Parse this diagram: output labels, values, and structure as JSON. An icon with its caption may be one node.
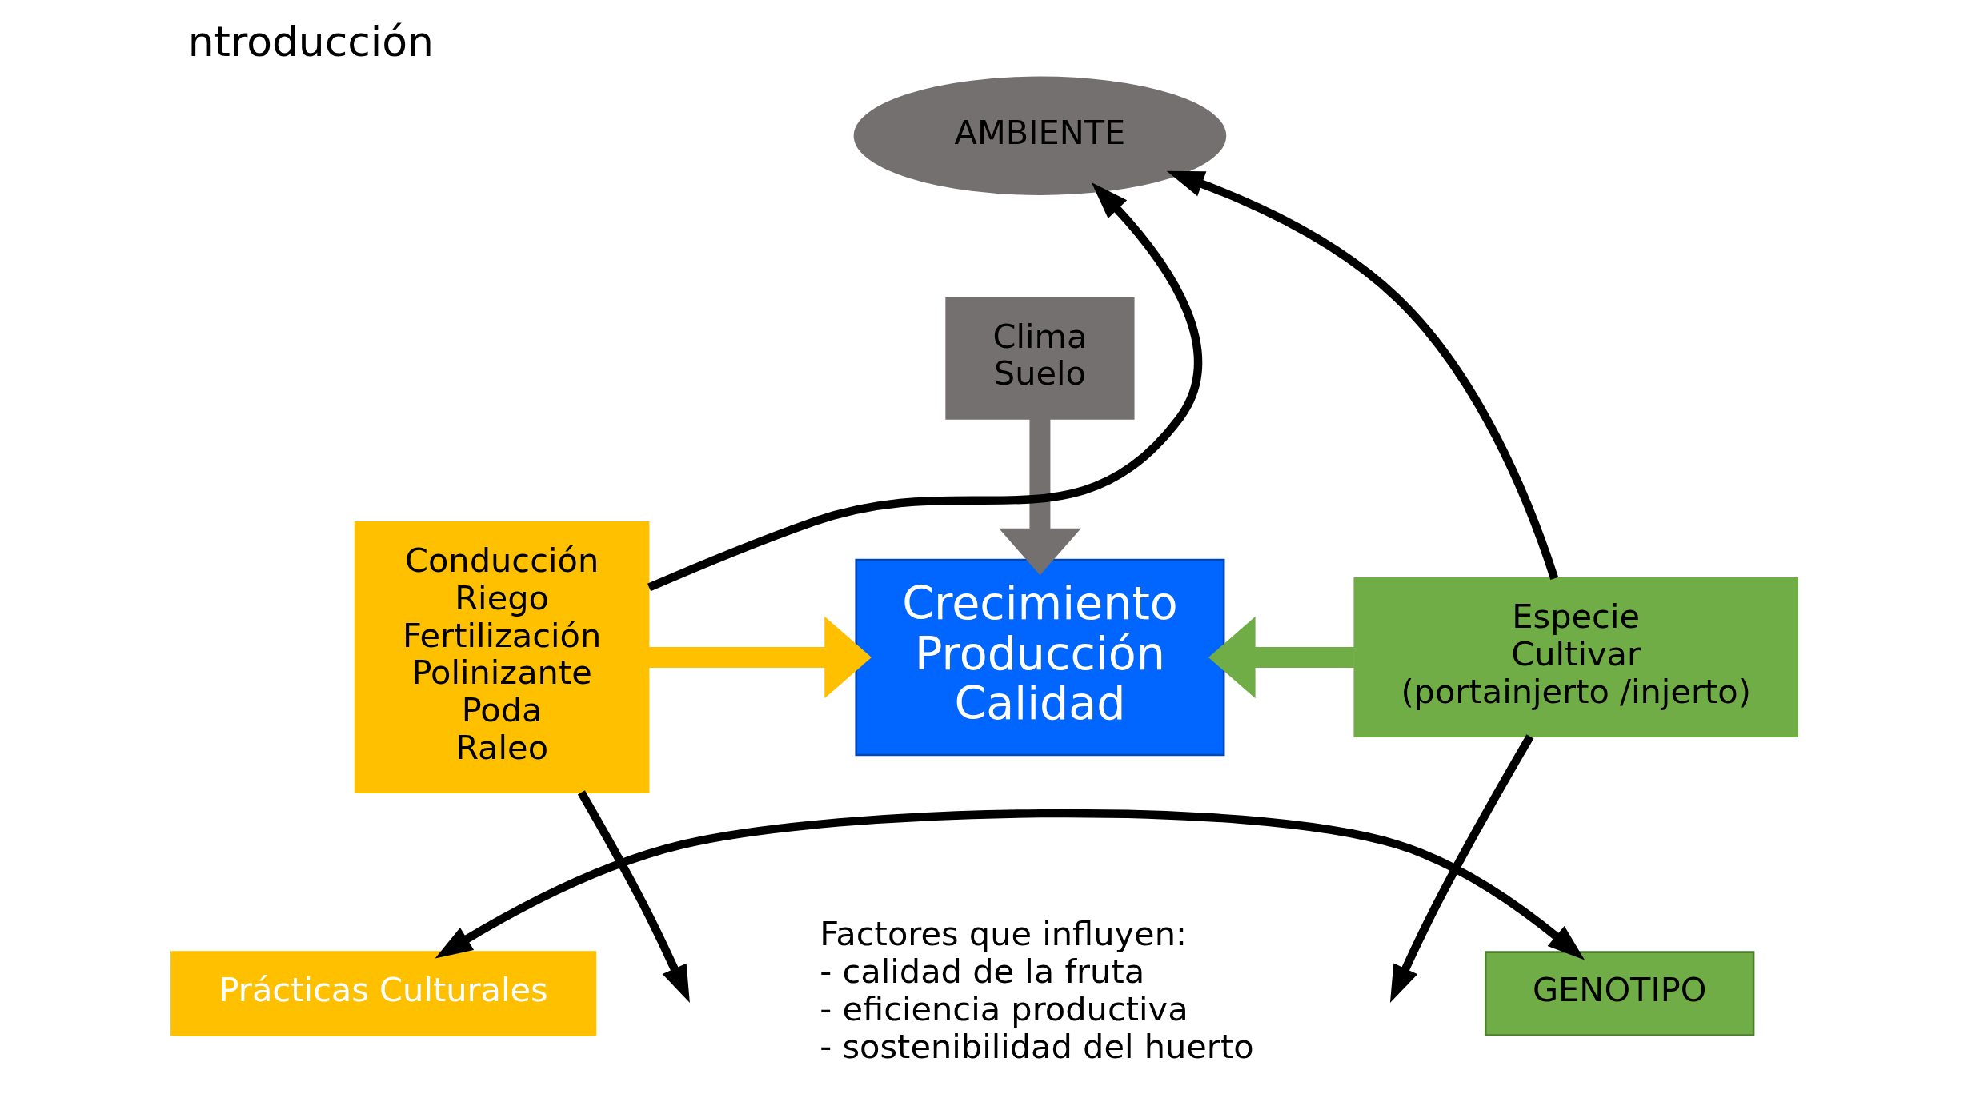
{
  "diagram": {
    "title": "ntroducción",
    "nodes": [
      {
        "text": [
          "AMBIENTE"
        ]
      },
      {
        "text": [
          "Clima",
          "Suelo"
        ]
      },
      {
        "text": [
          "Conducción",
          "Riego",
          "Fertilización",
          "Polinizante",
          "Poda",
          "Raleo"
        ]
      },
      {
        "text": [
          "Crecimiento",
          "Producción",
          "Calidad"
        ]
      },
      {
        "text": [
          "Especie",
          "Cultivar",
          "(portainjerto /injerto)"
        ]
      },
      {
        "text": [
          "Prácticas Culturales"
        ]
      },
      {
        "text": [
          "GENOTIPO"
        ]
      }
    ],
    "edges": [
      {
        "from": 2,
        "to": 0,
        "arrow": "to"
      },
      {
        "from": 2,
        "to": null,
        "arrow": "to"
      },
      {
        "from": 4,
        "to": 0,
        "arrow": "to"
      },
      {
        "from": 4,
        "to": null,
        "arrow": "to"
      },
      {
        "from": 1,
        "to": 3,
        "arrow": "to",
        "style": "thick",
        "color": "#757070"
      },
      {
        "from": 2,
        "to": 3,
        "arrow": "to",
        "style": "thick",
        "color": "#ffc000"
      },
      {
        "from": 4,
        "to": 3,
        "arrow": "to",
        "style": "thick",
        "color": "#70ad47"
      },
      {
        "from": 5,
        "to": 6,
        "arrow": "both"
      }
    ],
    "labels": [
      "Factores que influyen:",
      "- calidad de la fruta",
      "- eficiencia productiva",
      "- sostenibilidad del huerto"
    ]
  }
}
